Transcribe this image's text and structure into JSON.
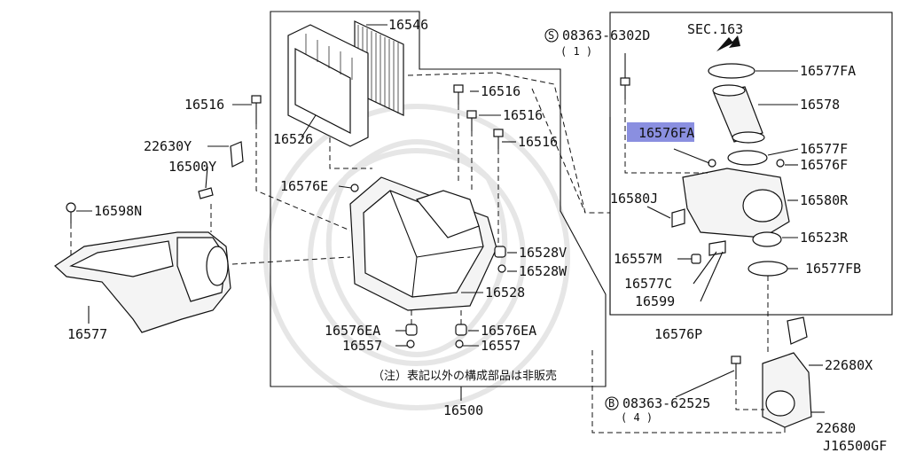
{
  "diagram_code": "J16500GF",
  "section_ref": "SEC.163",
  "note_text": "（注）表記以外の構成部品は非販売",
  "bolts": {
    "bolt_d": {
      "code": "08363-6302D",
      "qty": "( 1 )",
      "prefix": "S"
    },
    "bolt_b": {
      "code": "08363-62525",
      "qty": "( 4 )",
      "prefix": "B"
    }
  },
  "labels": {
    "p16546": "16546",
    "p16526": "16526",
    "p16516_left": "16516",
    "p16516_a": "16516",
    "p16516_b": "16516",
    "p16516_c": "16516",
    "p22630Y": "22630Y",
    "p16500Y": "16500Y",
    "p16598N": "16598N",
    "p16576E": "16576E",
    "p16577": "16577",
    "p16528V": "16528V",
    "p16528W": "16528W",
    "p16528": "16528",
    "p16576EA_l": "16576EA",
    "p16576EA_r": "16576EA",
    "p16557_l": "16557",
    "p16557_r": "16557",
    "p16500": "16500",
    "p16577FA": "16577FA",
    "p16578": "16578",
    "p16576FA": "16576FA",
    "p16577F": "16577F",
    "p16576F": "16576F",
    "p16580J": "16580J",
    "p16580R": "16580R",
    "p16523R": "16523R",
    "p16557M": "16557M",
    "p16577FB": "16577FB",
    "p16577C": "16577C",
    "p16599": "16599",
    "p16576P": "16576P",
    "p22680X": "22680X",
    "p22680": "22680"
  },
  "highlight": {
    "part": "16576FA",
    "color": "#8a8fe0"
  }
}
